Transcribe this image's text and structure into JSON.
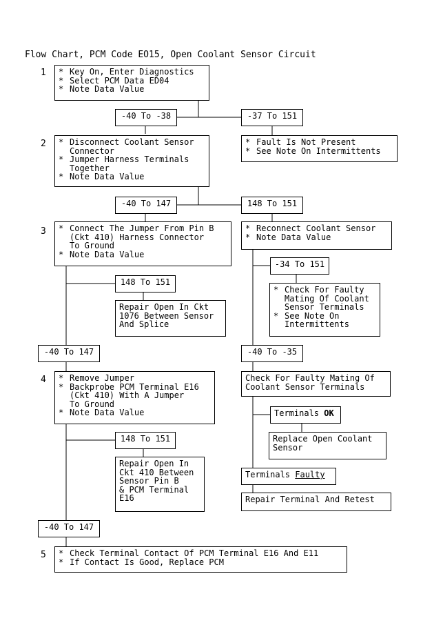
{
  "title": "Flow Chart, PCM Code EO15, Open Coolant Sensor Circuit",
  "steps": [
    "1",
    "2",
    "3",
    "4",
    "5"
  ],
  "boxes": {
    "step1": [
      "Key On, Enter Diagnostics",
      "Select PCM Data ED04",
      "Note Data Value"
    ],
    "range_neg40_neg38": "-40 To -38",
    "range_neg37_151": "-37 To 151",
    "fault_not_present": [
      "Fault Is Not Present",
      "See Note On Intermittents"
    ],
    "step2": [
      "Disconnect Coolant Sensor\nConnector",
      "Jumper Harness Terminals\nTogether",
      "Note Data Value"
    ],
    "range_neg40_147_a": "-40 To 147",
    "range_148_151_a": "148 To 151",
    "step3": [
      "Connect The Jumper From Pin B\n(Ckt 410) Harness Connector\nTo Ground",
      "Note Data Value"
    ],
    "reconnect_sensor": [
      "Reconnect Coolant Sensor",
      "Note Data Value"
    ],
    "range_neg34_151": "-34 To 151",
    "check_mating": [
      "Check For Faulty\nMating Of Coolant\nSensor Terminals",
      "See Note On\nIntermittents"
    ],
    "range_148_151_b": "148 To 151",
    "repair_1076": [
      "Repair Open In Ckt",
      "1076 Between Sensor",
      "And Splice"
    ],
    "range_neg40_147_b": "-40 To 147",
    "range_neg40_neg35": "-40 To -35",
    "step4": [
      "Remove Jumper",
      "Backprobe PCM Terminal E16\n(Ckt 410) With A Jumper\nTo Ground",
      "Note Data Value"
    ],
    "check_mating_2": [
      "Check For Faulty Mating Of",
      "Coolant Sensor Terminals"
    ],
    "terminals_ok_prefix": "Terminals ",
    "terminals_ok_word": "OK",
    "replace_sensor": [
      "Replace Open Coolant",
      "Sensor"
    ],
    "range_148_151_c": "148 To 151",
    "repair_410": [
      "Repair Open In",
      "Ckt 410 Between",
      "Sensor Pin B",
      "& PCM Terminal",
      "E16"
    ],
    "terminals_faulty_prefix": "Terminals ",
    "terminals_faulty_word": "Faulty",
    "repair_retest": "Repair Terminal And Retest",
    "range_neg40_147_c": "-40 To 147",
    "step5": [
      "Check Terminal Contact Of PCM Terminal E16 And E11",
      "If Contact Is Good, Replace PCM"
    ]
  },
  "bullet_symbol": "*"
}
